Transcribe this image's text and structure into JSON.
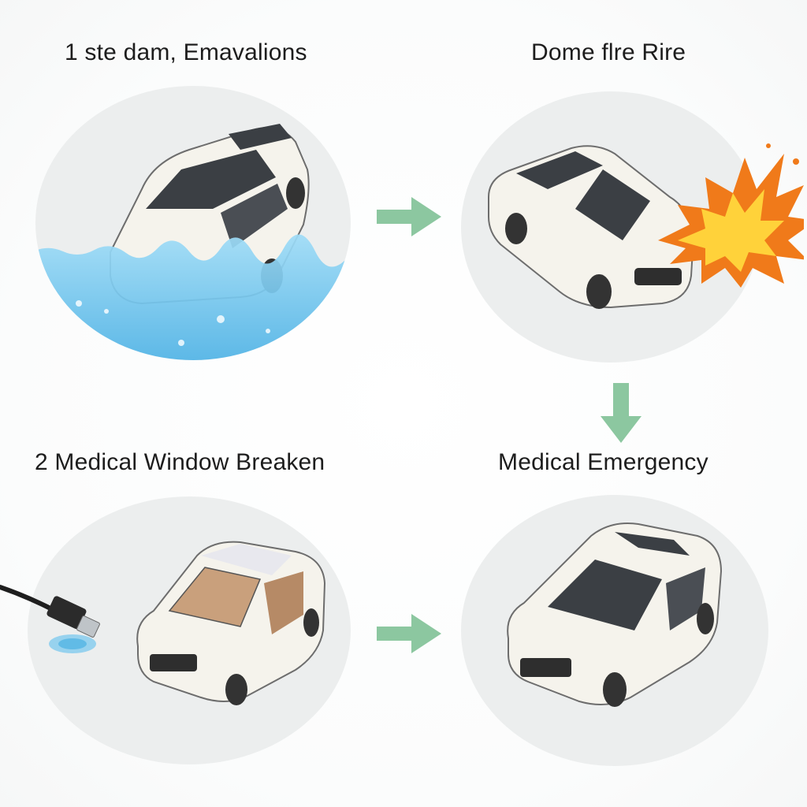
{
  "panels": [
    {
      "title": "1 ste dam, Emavalions",
      "hazard": "water"
    },
    {
      "title": "Dome flre Rire",
      "hazard": "fire"
    },
    {
      "title": "2 Medical Window Breaken",
      "hazard": "window-breaker"
    },
    {
      "title": "Medical Emergency",
      "hazard": "none"
    }
  ],
  "colors": {
    "circle_bg": "#eceeee",
    "water": "#6fc6ef",
    "arrow": "#8cc7a0",
    "car_body": "#f5f3ec",
    "window": "#3b3f44",
    "flame_outer": "#f07a1a",
    "flame_inner": "#ffd23a"
  },
  "icons": {
    "flow_arrow": "arrow-right-icon",
    "flow_arrow_down": "arrow-down-icon",
    "fire": "fire-icon",
    "usb": "usb-cable-icon"
  }
}
